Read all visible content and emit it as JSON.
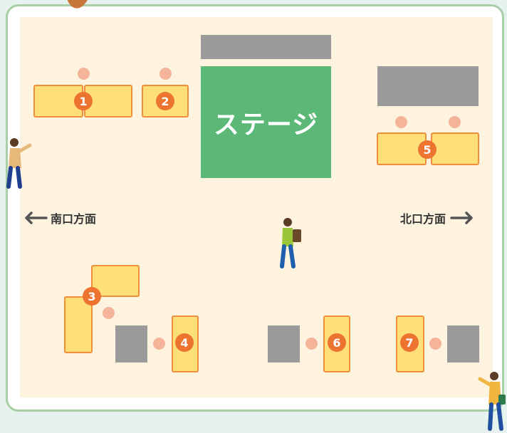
{
  "stage": {
    "label": "ステージ"
  },
  "directions": {
    "left": "南口方面",
    "right": "北口方面"
  },
  "booths": [
    {
      "number": "1"
    },
    {
      "number": "2"
    },
    {
      "number": "3"
    },
    {
      "number": "4"
    },
    {
      "number": "5"
    },
    {
      "number": "6"
    },
    {
      "number": "7"
    }
  ],
  "colors": {
    "floor": "#fdf3df",
    "frame": "#a9cfa8",
    "stage": "#5bb876",
    "table_fill": "#ffdf78",
    "table_border": "#ef8f3a",
    "badge": "#ed7430",
    "seat": "#f5b49a",
    "block": "#9b9b9b"
  },
  "icons": [
    "arrow-left-icon",
    "arrow-right-icon",
    "person-icon",
    "leaf-icon"
  ]
}
